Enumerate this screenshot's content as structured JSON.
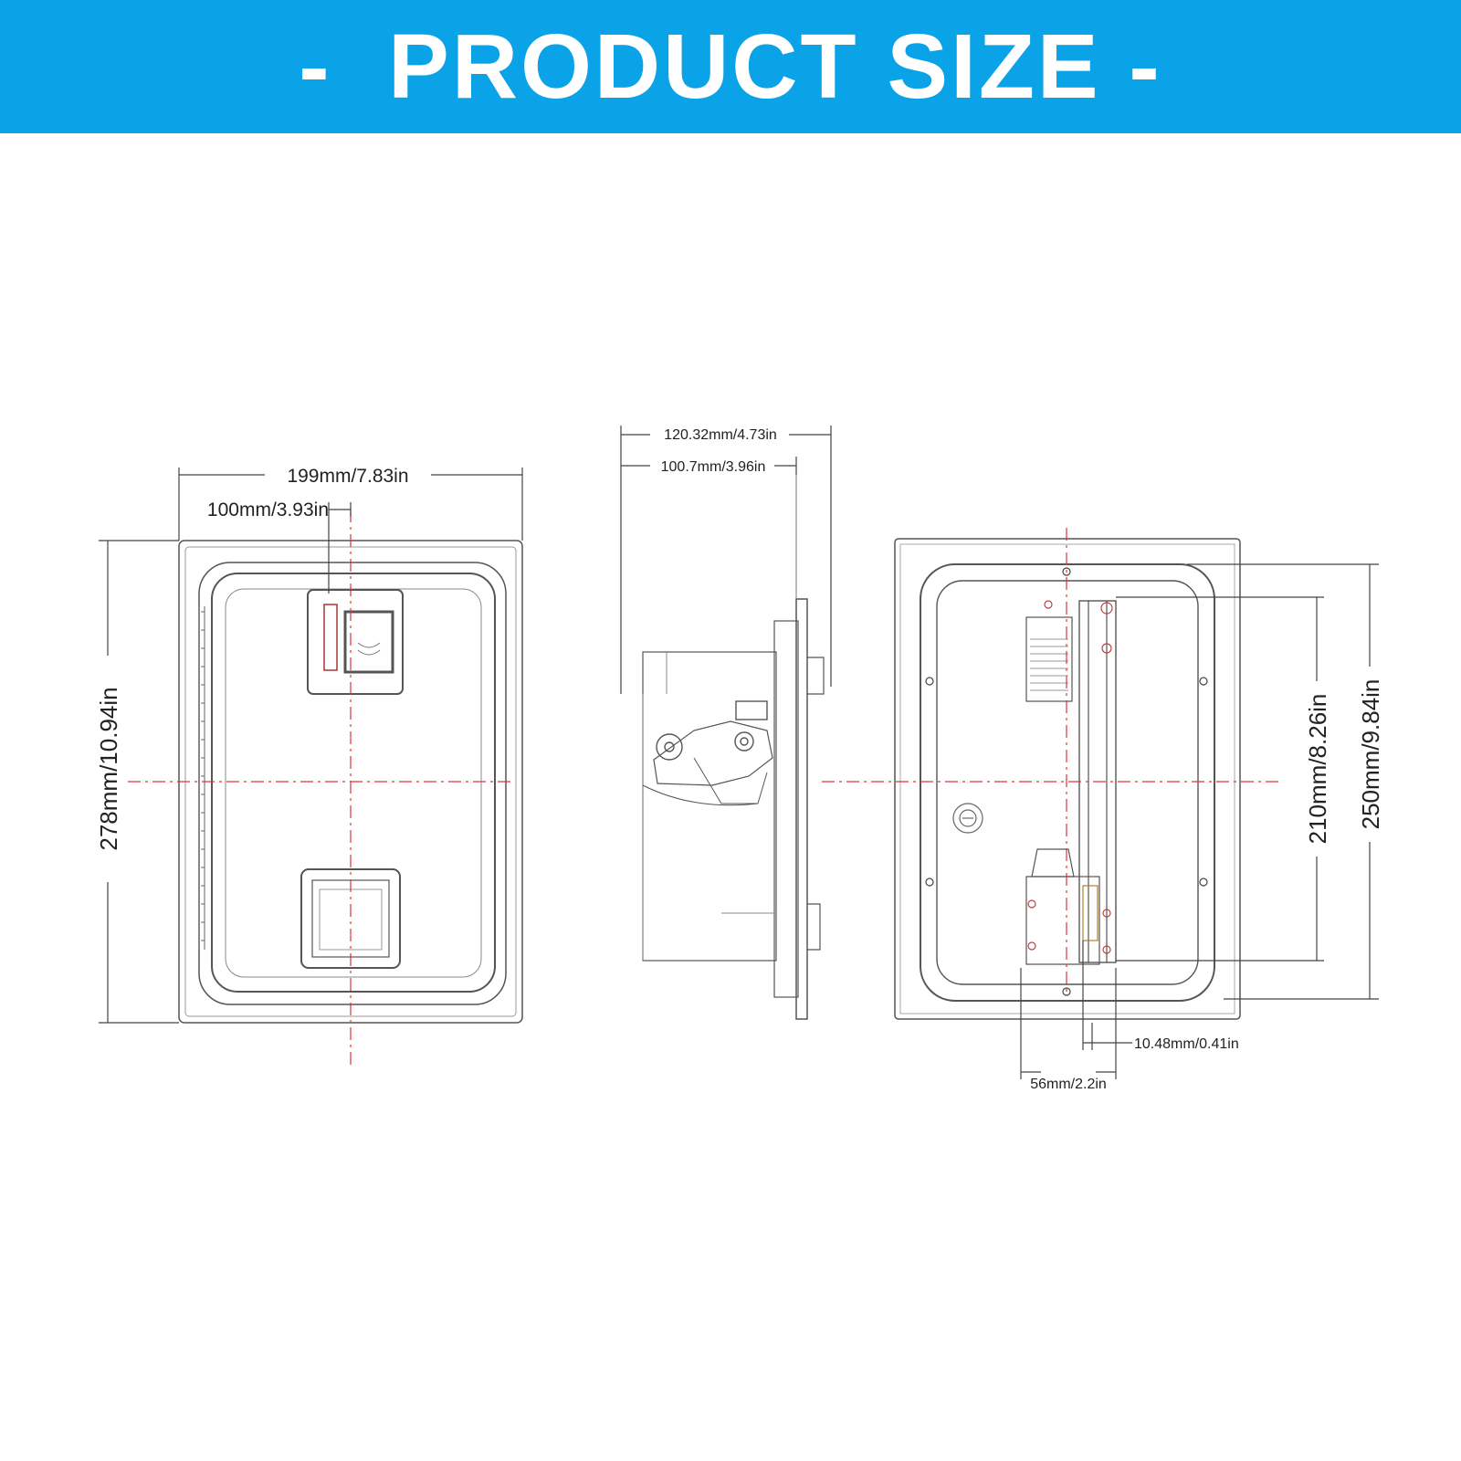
{
  "header": {
    "title": "-  PRODUCT SIZE -"
  },
  "colors": {
    "banner": "#0aa3e8",
    "line": "#444444",
    "centerline": "#e0303c"
  },
  "front_view": {
    "width_label": "199mm/7.83in",
    "center_offset_label": "100mm/3.93in",
    "height_label": "278mm/10.94in"
  },
  "side_view": {
    "overall_depth_label": "120.32mm/4.73in",
    "body_depth_label": "100.7mm/3.96in"
  },
  "back_view": {
    "inner_height_label": "210mm/8.26in",
    "outer_height_label": "250mm/9.84in",
    "latch_offset_label": "10.48mm/0.41in",
    "latch_width_label": "56mm/2.2in"
  }
}
